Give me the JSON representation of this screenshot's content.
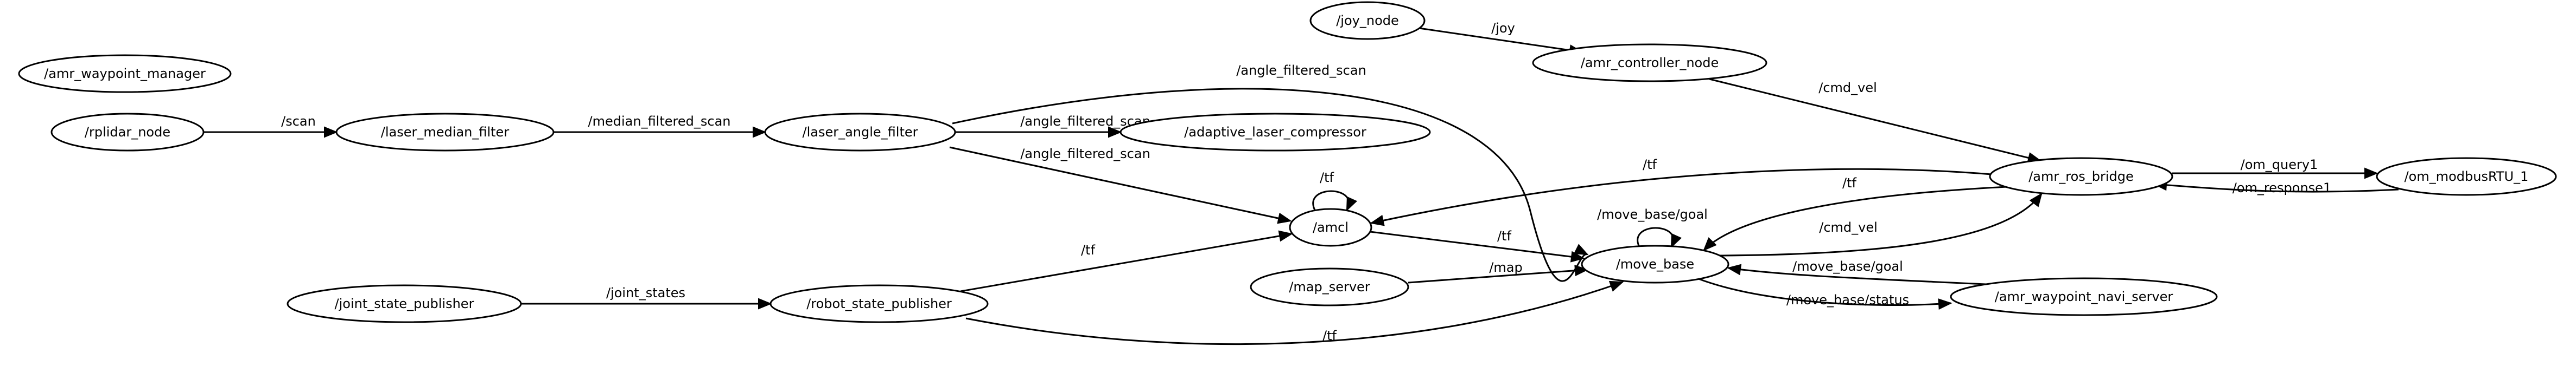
{
  "nodes": [
    {
      "id": "amr_waypoint_manager",
      "label": "/amr_waypoint_manager"
    },
    {
      "id": "rplidar_node",
      "label": "/rplidar_node"
    },
    {
      "id": "laser_median_filter",
      "label": "/laser_median_filter"
    },
    {
      "id": "laser_angle_filter",
      "label": "/laser_angle_filter"
    },
    {
      "id": "adaptive_laser_compressor",
      "label": "/adaptive_laser_compressor"
    },
    {
      "id": "joy_node",
      "label": "/joy_node"
    },
    {
      "id": "amr_controller_node",
      "label": "/amr_controller_node"
    },
    {
      "id": "amcl",
      "label": "/amcl"
    },
    {
      "id": "amr_ros_bridge",
      "label": "/amr_ros_bridge"
    },
    {
      "id": "om_modbusRTU_1",
      "label": "/om_modbusRTU_1"
    },
    {
      "id": "move_base",
      "label": "/move_base"
    },
    {
      "id": "map_server",
      "label": "/map_server"
    },
    {
      "id": "joint_state_publisher",
      "label": "/joint_state_publisher"
    },
    {
      "id": "robot_state_publisher",
      "label": "/robot_state_publisher"
    },
    {
      "id": "amr_waypoint_navi_server",
      "label": "/amr_waypoint_navi_server"
    }
  ],
  "edges": [
    {
      "from": "rplidar_node",
      "to": "laser_median_filter",
      "label": "/scan"
    },
    {
      "from": "laser_median_filter",
      "to": "laser_angle_filter",
      "label": "/median_filtered_scan"
    },
    {
      "from": "laser_angle_filter",
      "to": "adaptive_laser_compressor",
      "label": "/angle_filtered_scan"
    },
    {
      "from": "laser_angle_filter",
      "to": "move_base",
      "label": "/angle_filtered_scan"
    },
    {
      "from": "laser_angle_filter",
      "to": "amcl",
      "label": "/angle_filtered_scan"
    },
    {
      "from": "joy_node",
      "to": "amr_controller_node",
      "label": "/joy"
    },
    {
      "from": "amr_controller_node",
      "to": "amr_ros_bridge",
      "label": "/cmd_vel"
    },
    {
      "from": "amcl",
      "to": "amcl",
      "label": "/tf"
    },
    {
      "from": "amr_ros_bridge",
      "to": "amcl",
      "label": "/tf"
    },
    {
      "from": "amr_ros_bridge",
      "to": "move_base",
      "label": "/tf"
    },
    {
      "from": "amr_ros_bridge",
      "to": "om_modbusRTU_1",
      "label": "/om_query1"
    },
    {
      "from": "om_modbusRTU_1",
      "to": "amr_ros_bridge",
      "label": "/om_response1"
    },
    {
      "from": "move_base",
      "to": "amr_ros_bridge",
      "label": "/cmd_vel"
    },
    {
      "from": "move_base",
      "to": "move_base",
      "label": "/move_base/goal"
    },
    {
      "from": "amcl",
      "to": "move_base",
      "label": "/tf"
    },
    {
      "from": "map_server",
      "to": "move_base",
      "label": "/map"
    },
    {
      "from": "amr_waypoint_navi_server",
      "to": "move_base",
      "label": "/move_base/goal"
    },
    {
      "from": "move_base",
      "to": "amr_waypoint_navi_server",
      "label": "/move_base/status"
    },
    {
      "from": "joint_state_publisher",
      "to": "robot_state_publisher",
      "label": "/joint_states"
    },
    {
      "from": "robot_state_publisher",
      "to": "amcl",
      "label": "/tf"
    },
    {
      "from": "robot_state_publisher",
      "to": "move_base",
      "label": "/tf"
    }
  ]
}
